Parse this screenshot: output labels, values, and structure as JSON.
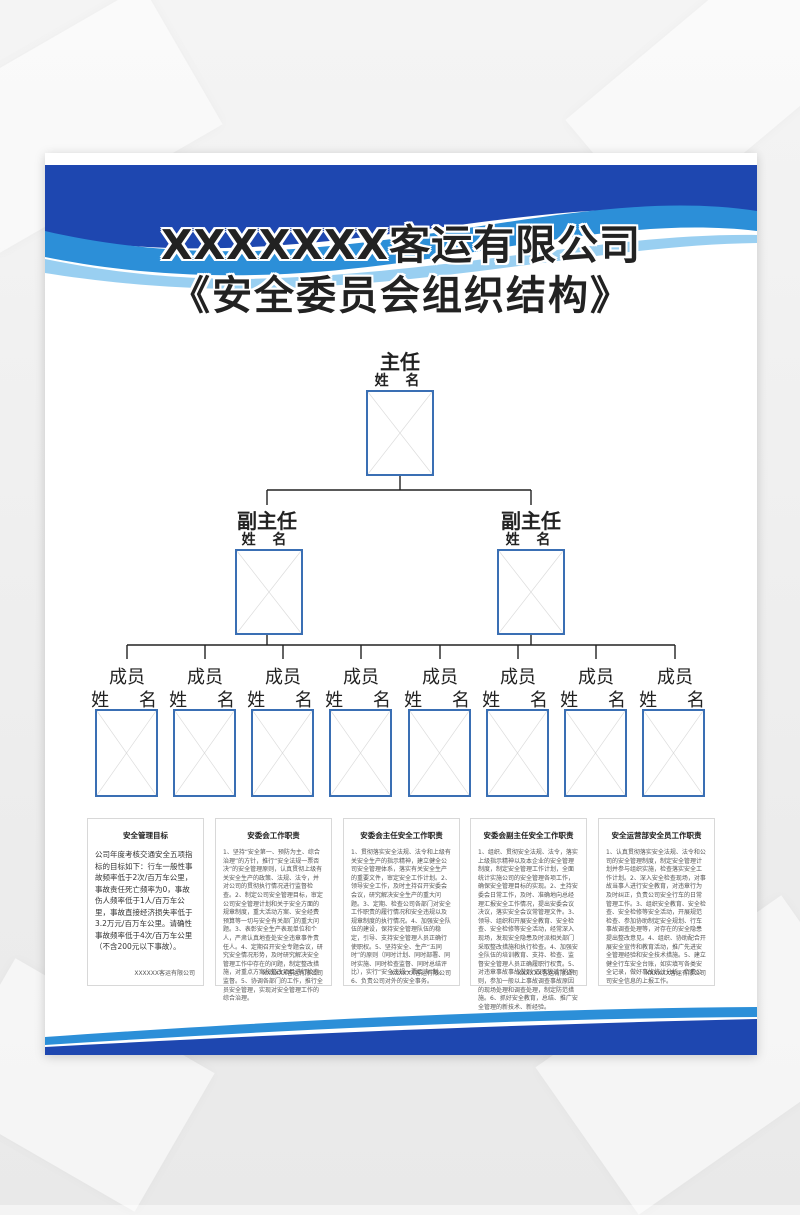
{
  "colors": {
    "accent_dark": "#1a3fa0",
    "accent_light": "#2c8fd8",
    "photo_border": "#3a6fb4",
    "title": "#222222"
  },
  "title": {
    "line1": "XXXXXXX客运有限公司",
    "line2": "《安全委员会组织结构》"
  },
  "org": {
    "director": {
      "title": "主任",
      "name": "姓  名"
    },
    "deputies": [
      {
        "title": "副主任",
        "name": "姓  名"
      },
      {
        "title": "副主任",
        "name": "姓  名"
      }
    ],
    "members": [
      {
        "title": "成员",
        "name": "姓 名"
      },
      {
        "title": "成员",
        "name": "姓 名"
      },
      {
        "title": "成员",
        "name": "姓 名"
      },
      {
        "title": "成员",
        "name": "姓 名"
      },
      {
        "title": "成员",
        "name": "姓 名"
      },
      {
        "title": "成员",
        "name": "姓 名"
      },
      {
        "title": "成员",
        "name": "姓 名"
      },
      {
        "title": "成员",
        "name": "姓 名"
      }
    ]
  },
  "panels": [
    {
      "heading": "安全管理目标",
      "body": "公司年度考核交通安全五项指标的目标如下：行车一般性事故频率低于2次/百万车公里，事故责任死亡频率为0，事故伤人频率低于1人/百万车公里，事故直接经济损失率低于3.2万元/百万车公里。请确性事故频率低于4次/百万车公里（不含200元以下事故）。",
      "footer": "XXXXXX客运有限公司"
    },
    {
      "heading": "安委会工作职责",
      "body": "1、坚持“安全第一、预防为主、综合治理”的方针，推行“安全法规一票否决”的安全管理原则，认真贯彻上级有关安全生产的政策、法规、法令，并对公司的贯彻执行情况进行监督检查。2、制定公司安全管理目标，审定公司安全管理计划和关于安全方面的规章制度，重大活动方案、安全经费预算等一切与安全有关部门的重大问题。3、表彰安全生产表现单位和个人，严肃认真地查处安全违章事件责任人。4、定期召开安全专题会议，研究安全情况形势，及时研究解决安全管理工作中存在的问题，制定整改措施，对重点方案和整改项目进行检查监督。5、协调各部门的工作，推行全员安全管理，实现对安全管理工作的综合治理。",
      "footer": "XXXXXX客运有限公司"
    },
    {
      "heading": "安委会主任安全工作职责",
      "body": "1、贯彻落实安全法规、法令和上级有关安全生产的指示精神，建立健全公司安全管理体系，落实有关安全生产的重要文件，审定安全工作计划。2、领导安全工作，及时主持召开安委会会议，研究解决安全生产的重大问题。3、定期、检查公司各部门对安全工作职责的履行情况和安全违规以及规章制度的执行情况。4、加强安全队伍的建设，保持安全管理队伍的稳定，引导、支持安全管理人员正确行使职权。5、坚持安全、生产“五同时”的原则（同时计划、同时部署、同时实施、同时检查监督、同时总结评比），实行“安全违规一票否决”制。6、负责公司对外的安全事务。",
      "footer": "XXXXXX客运有限公司"
    },
    {
      "heading": "安委会副主任安全工作职责",
      "body": "1、组织、贯彻安全法规、法令，落实上级指示精神以及本企业的安全管理制度，制定安全管理工作计划，全面统计实施公司的安全管理各项工作，确保安全管理目标的实现。2、主持安委会日常工作，及时、准确地向总经理汇报安全工作情况，提出安委会议决议，落实安全会议常管理文件。3、领导、组织和开展安全教育、安全检查、安全检修等安全活动，经常深入现场，发现安全隐患及时派相关部门采取整改措施和执行检查。4、加强安全队伍的培训教育、支持、检查、监督安全管理人员正确履职行权责。5、对违章事故事故做到“四不放过”的原则，参加一般以上事故调查事故原因的现场处理和调查处理，制定防范措施。6、抓好安全教育，总结、推广安全管理的新技术、新经验。",
      "footer": "XXXXXX客运有限公司"
    },
    {
      "heading": "安全运营部安全员工作职责",
      "body": "1、认真贯彻落实安全法规、法令和公司的安全管理制度，制定安全管理计划并参与组织实施，检查落实安全工作计划。2、深入安全检查现场，对事故当事人进行安全教育，对违章行为及时纠正，负责公司安全行车的日常管理工作。3、组织安全教育、安全检查、安全检修等安全活动，开展规范检查、参加协助制定安全规划、行车事故调查处理等，对存在的安全隐患提出整改意见。4、组织、协助配合开展安全宣传和教育活动，推广先进安全管理经验和安全技术措施。5、建立健全行车安全台账，如实填写各类安全记录，做好事故统计分析，负责公司安全信息的上报工作。",
      "footer": "XXXXXX客运有限公司"
    }
  ]
}
